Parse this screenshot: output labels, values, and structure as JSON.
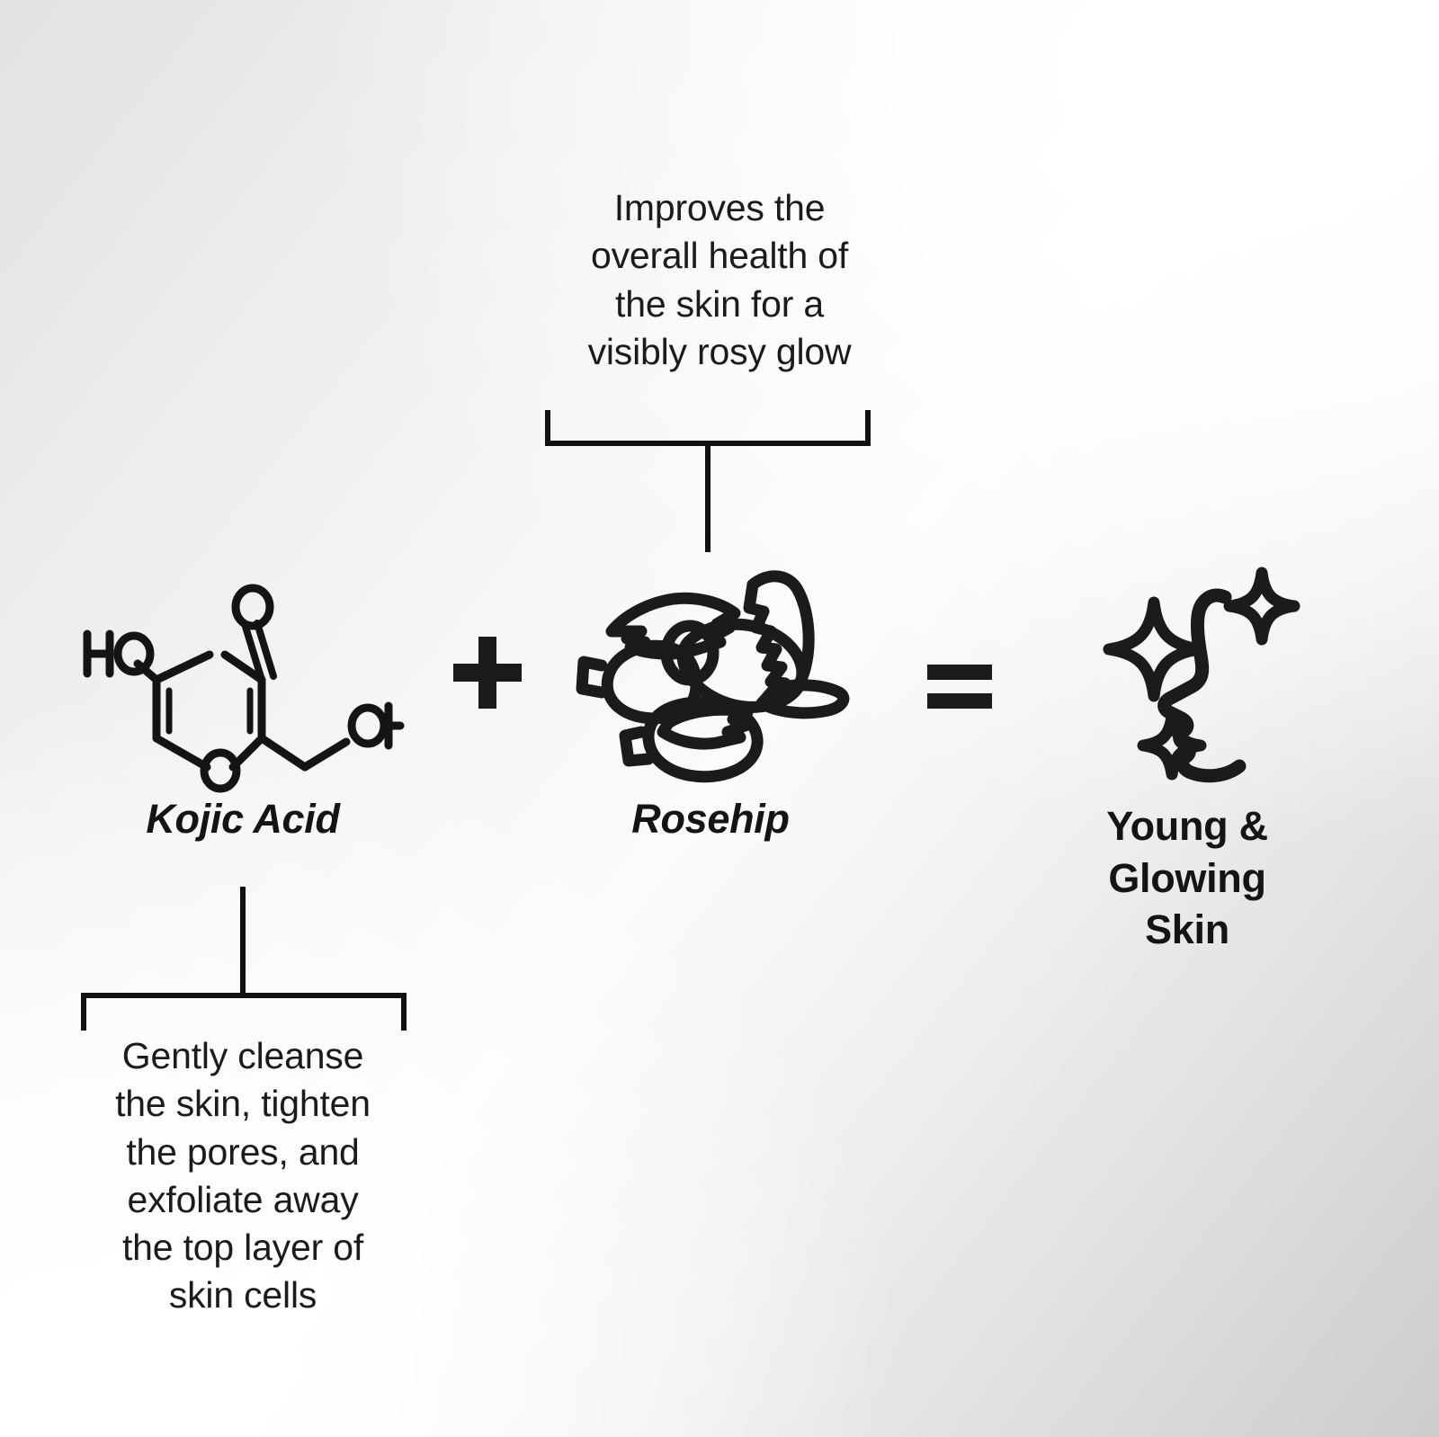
{
  "page": {
    "title": "Kojic Acid + Rosehip skincare benefits infographic",
    "background_light": "#ffffff",
    "background_dark": "#cccccc",
    "ink_color": "#1b1b1b"
  },
  "top_callout": {
    "text": "Improves the\noverall health of\nthe skin for a\nvisibly rosy glow"
  },
  "bottom_callout": {
    "text": "Gently cleanse\nthe skin, tighten\nthe pores, and\nexfoliate away\nthe top layer of\nskin cells"
  },
  "ingredients": [
    {
      "key": "kojic-acid",
      "label": "Kojic Acid",
      "icon": "kojic-acid-molecule-icon",
      "atoms": [
        "HO",
        "O",
        "O",
        "OH"
      ]
    },
    {
      "key": "rosehip",
      "label": "Rosehip",
      "icon": "rosehip-berries-icon"
    }
  ],
  "operators": {
    "plus": "+",
    "equals": "="
  },
  "result": {
    "label": "Young &\nGlowing\nSkin",
    "icon": "glowing-face-sparkle-icon"
  }
}
